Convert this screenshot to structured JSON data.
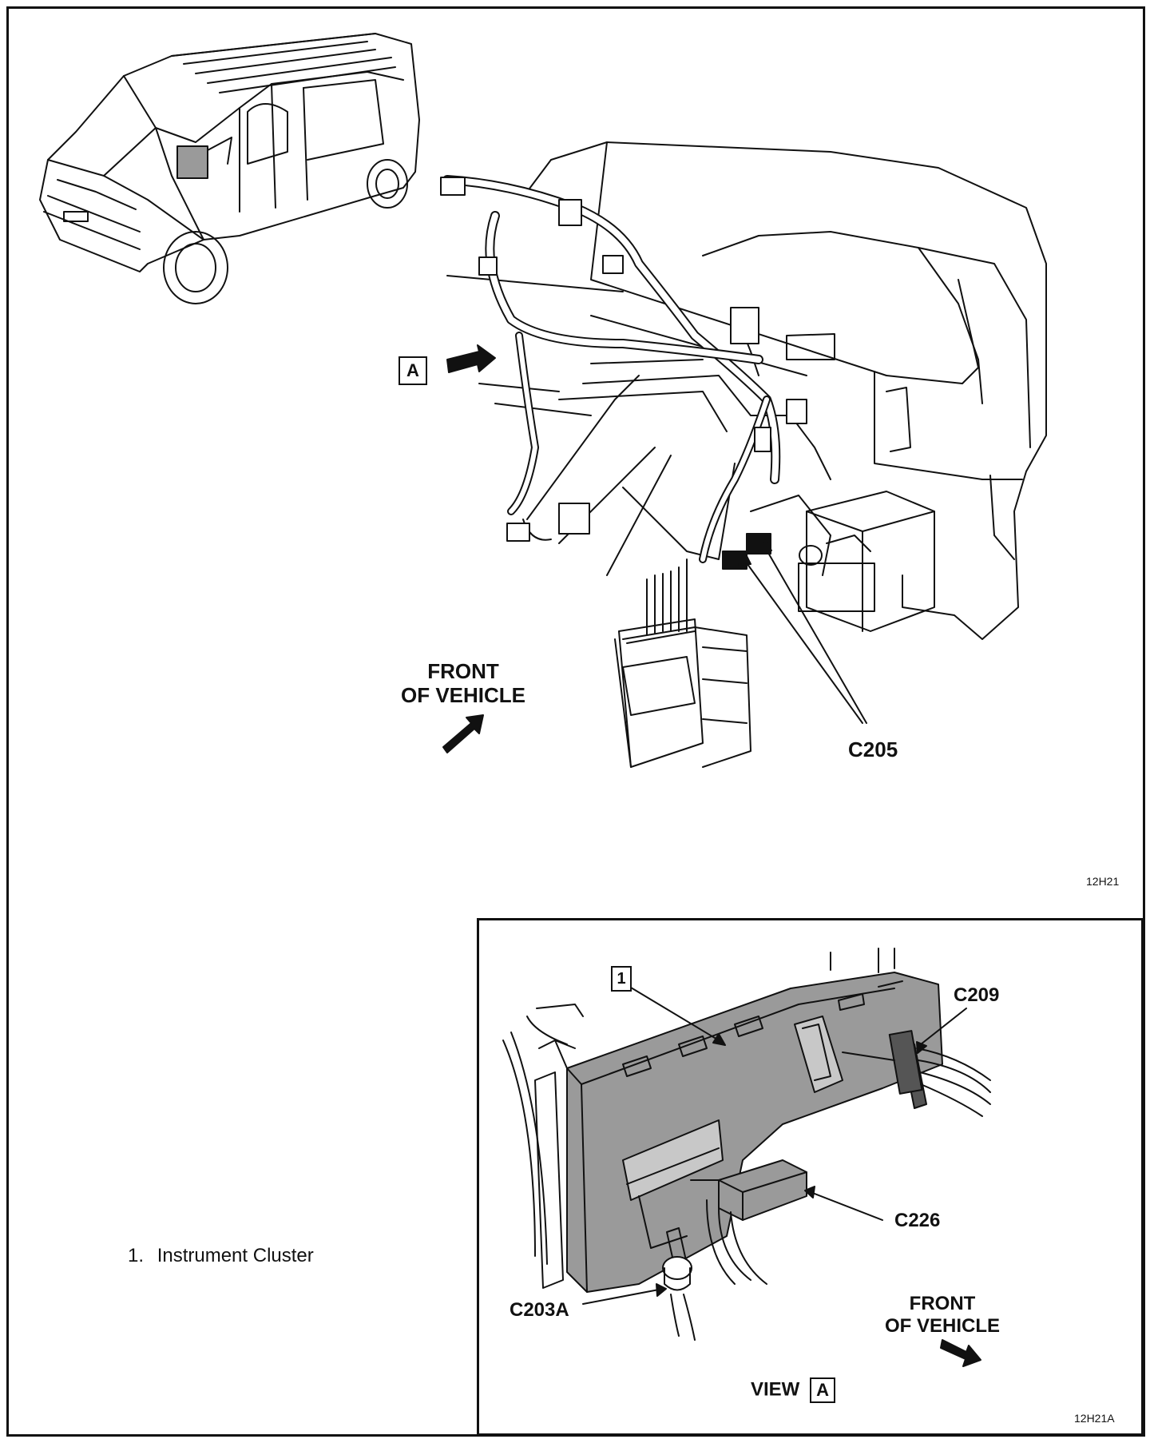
{
  "main_view": {
    "callout_a": "A",
    "front_of_vehicle_line1": "FRONT",
    "front_of_vehicle_line2": "OF VEHICLE",
    "connector_c205": "C205",
    "figure_code": "12H21"
  },
  "view_a": {
    "callout_1": "1",
    "connector_c209": "C209",
    "connector_c226": "C226",
    "connector_c203a": "C203A",
    "front_of_vehicle_line1": "FRONT",
    "front_of_vehicle_line2": "OF VEHICLE",
    "view_label": "VIEW",
    "view_letter": "A",
    "figure_code": "12H21A"
  },
  "legend": {
    "items": [
      {
        "number": "1.",
        "label": "Instrument Cluster"
      }
    ]
  },
  "colors": {
    "ink": "#111111",
    "shading": "#9a9a9a",
    "background": "#ffffff"
  }
}
